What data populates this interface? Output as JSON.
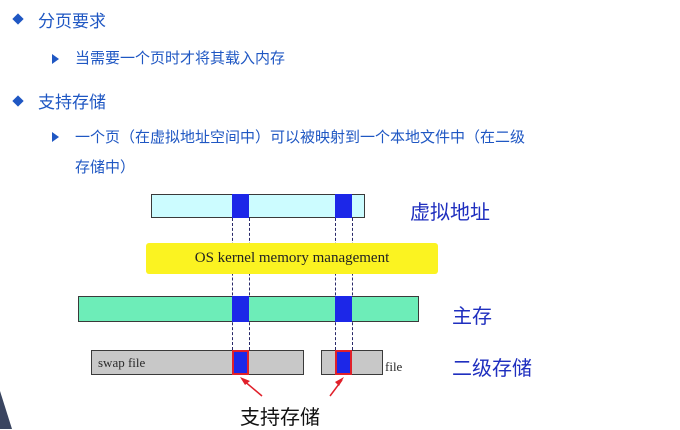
{
  "bullets": [
    {
      "text": "分页要求",
      "sub": [
        "当需要一个页时才将其载入内存"
      ]
    },
    {
      "text": "支持存储",
      "sub": [
        "一个页（在虚拟地址空间中）可以被映射到一个本地文件中（在二级",
        "存储中）"
      ]
    }
  ],
  "diagram": {
    "os_label": "OS kernel memory management",
    "virtual_label": "虚拟地址",
    "main_label": "主存",
    "secondary_label": "二级存储",
    "swap_label": "swap file",
    "file_label": "file",
    "backing_label": "支持存储",
    "colors": {
      "virtual_bar": "#ccfcff",
      "main_bar": "#6dedb8",
      "swap_bar": "#c8c8c8",
      "page": "#1c27e8",
      "os_box": "#fbf321",
      "arrow": "#e0202a"
    }
  }
}
